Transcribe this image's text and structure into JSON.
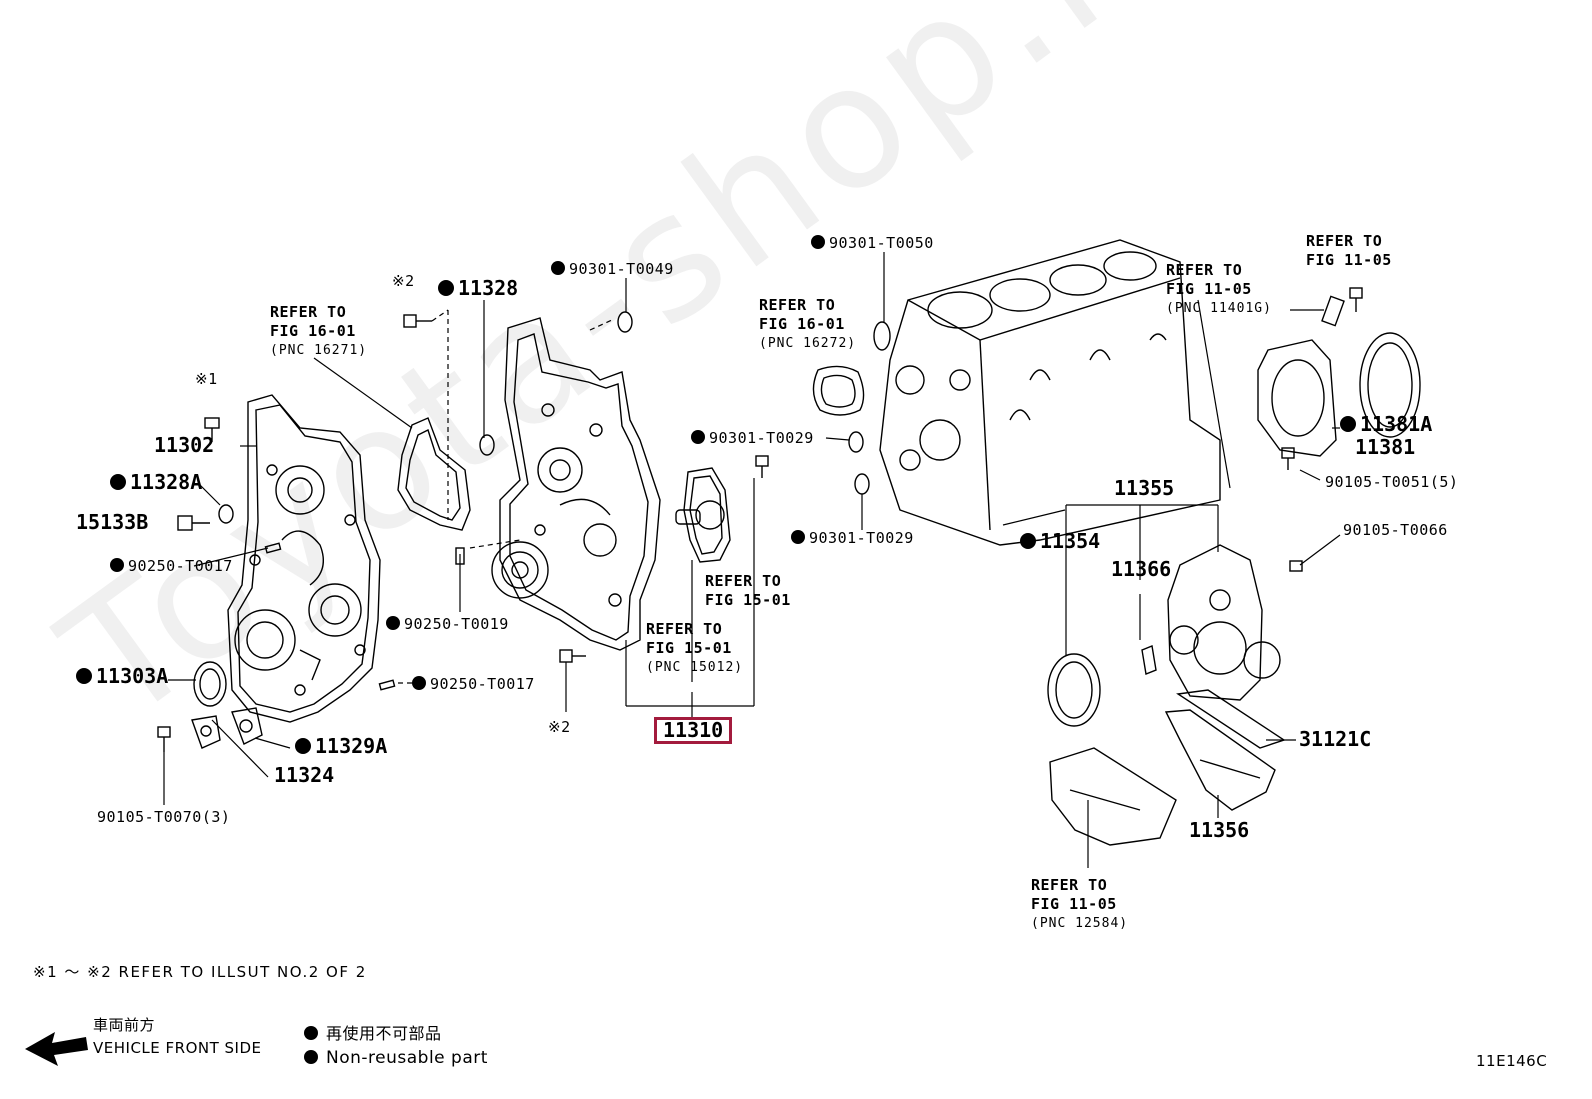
{
  "watermark": "Toyota-shop.ru",
  "labels": {
    "x1": "※1",
    "x2_top": "※2",
    "x2_bottom": "※2",
    "p11302": "11302",
    "p11328A": "11328A",
    "p15133B": "15133B",
    "p90250_T0017a": "90250-T0017",
    "p11303A": "11303A",
    "p11329A": "11329A",
    "p11324": "11324",
    "p90105_T0070": "90105-T0070(3)",
    "p11328": "11328",
    "p90301_T0049": "90301-T0049",
    "p90250_T0019": "90250-T0019",
    "p90250_T0017b": "90250-T0017",
    "p90301_T0029a": "90301-T0029",
    "p90301_T0050": "90301-T0050",
    "p90301_T0029b": "90301-T0029",
    "p11310": "11310",
    "p11354": "11354",
    "p11355": "11355",
    "p11366": "11366",
    "p11381A": "11381A",
    "p11381": "11381",
    "p90105_T0051": "90105-T0051(5)",
    "p90105_T0066": "90105-T0066",
    "p31121C": "31121C",
    "p11356": "11356"
  },
  "refs": {
    "r16271": {
      "l1": "REFER TO",
      "l2": "FIG 16-01",
      "pnc": "(PNC 16271)"
    },
    "r16272": {
      "l1": "REFER TO",
      "l2": "FIG 16-01",
      "pnc": "(PNC 16272)"
    },
    "r15_01": {
      "l1": "REFER TO",
      "l2": "FIG 15-01"
    },
    "r15012": {
      "l1": "REFER TO",
      "l2": "FIG 15-01",
      "pnc": "(PNC 15012)"
    },
    "r11401G": {
      "l1": "REFER TO",
      "l2": "FIG 11-05",
      "pnc": "(PNC 11401G)"
    },
    "r11_05": {
      "l1": "REFER TO",
      "l2": "FIG 11-05"
    },
    "r12584": {
      "l1": "REFER TO",
      "l2": "FIG 11-05",
      "pnc": "(PNC 12584)"
    }
  },
  "footer": {
    "note": "※1 ～ ※2 REFER TO ILLSUT NO.2 OF 2",
    "front_jp": "車両前方",
    "front_en": "VEHICLE FRONT SIDE",
    "legend_jp": "再使用不可部品",
    "legend_en": "Non-reusable part",
    "figure_code": "11E146C"
  },
  "colors": {
    "highlight": "#a31b3d",
    "line": "#000000"
  }
}
